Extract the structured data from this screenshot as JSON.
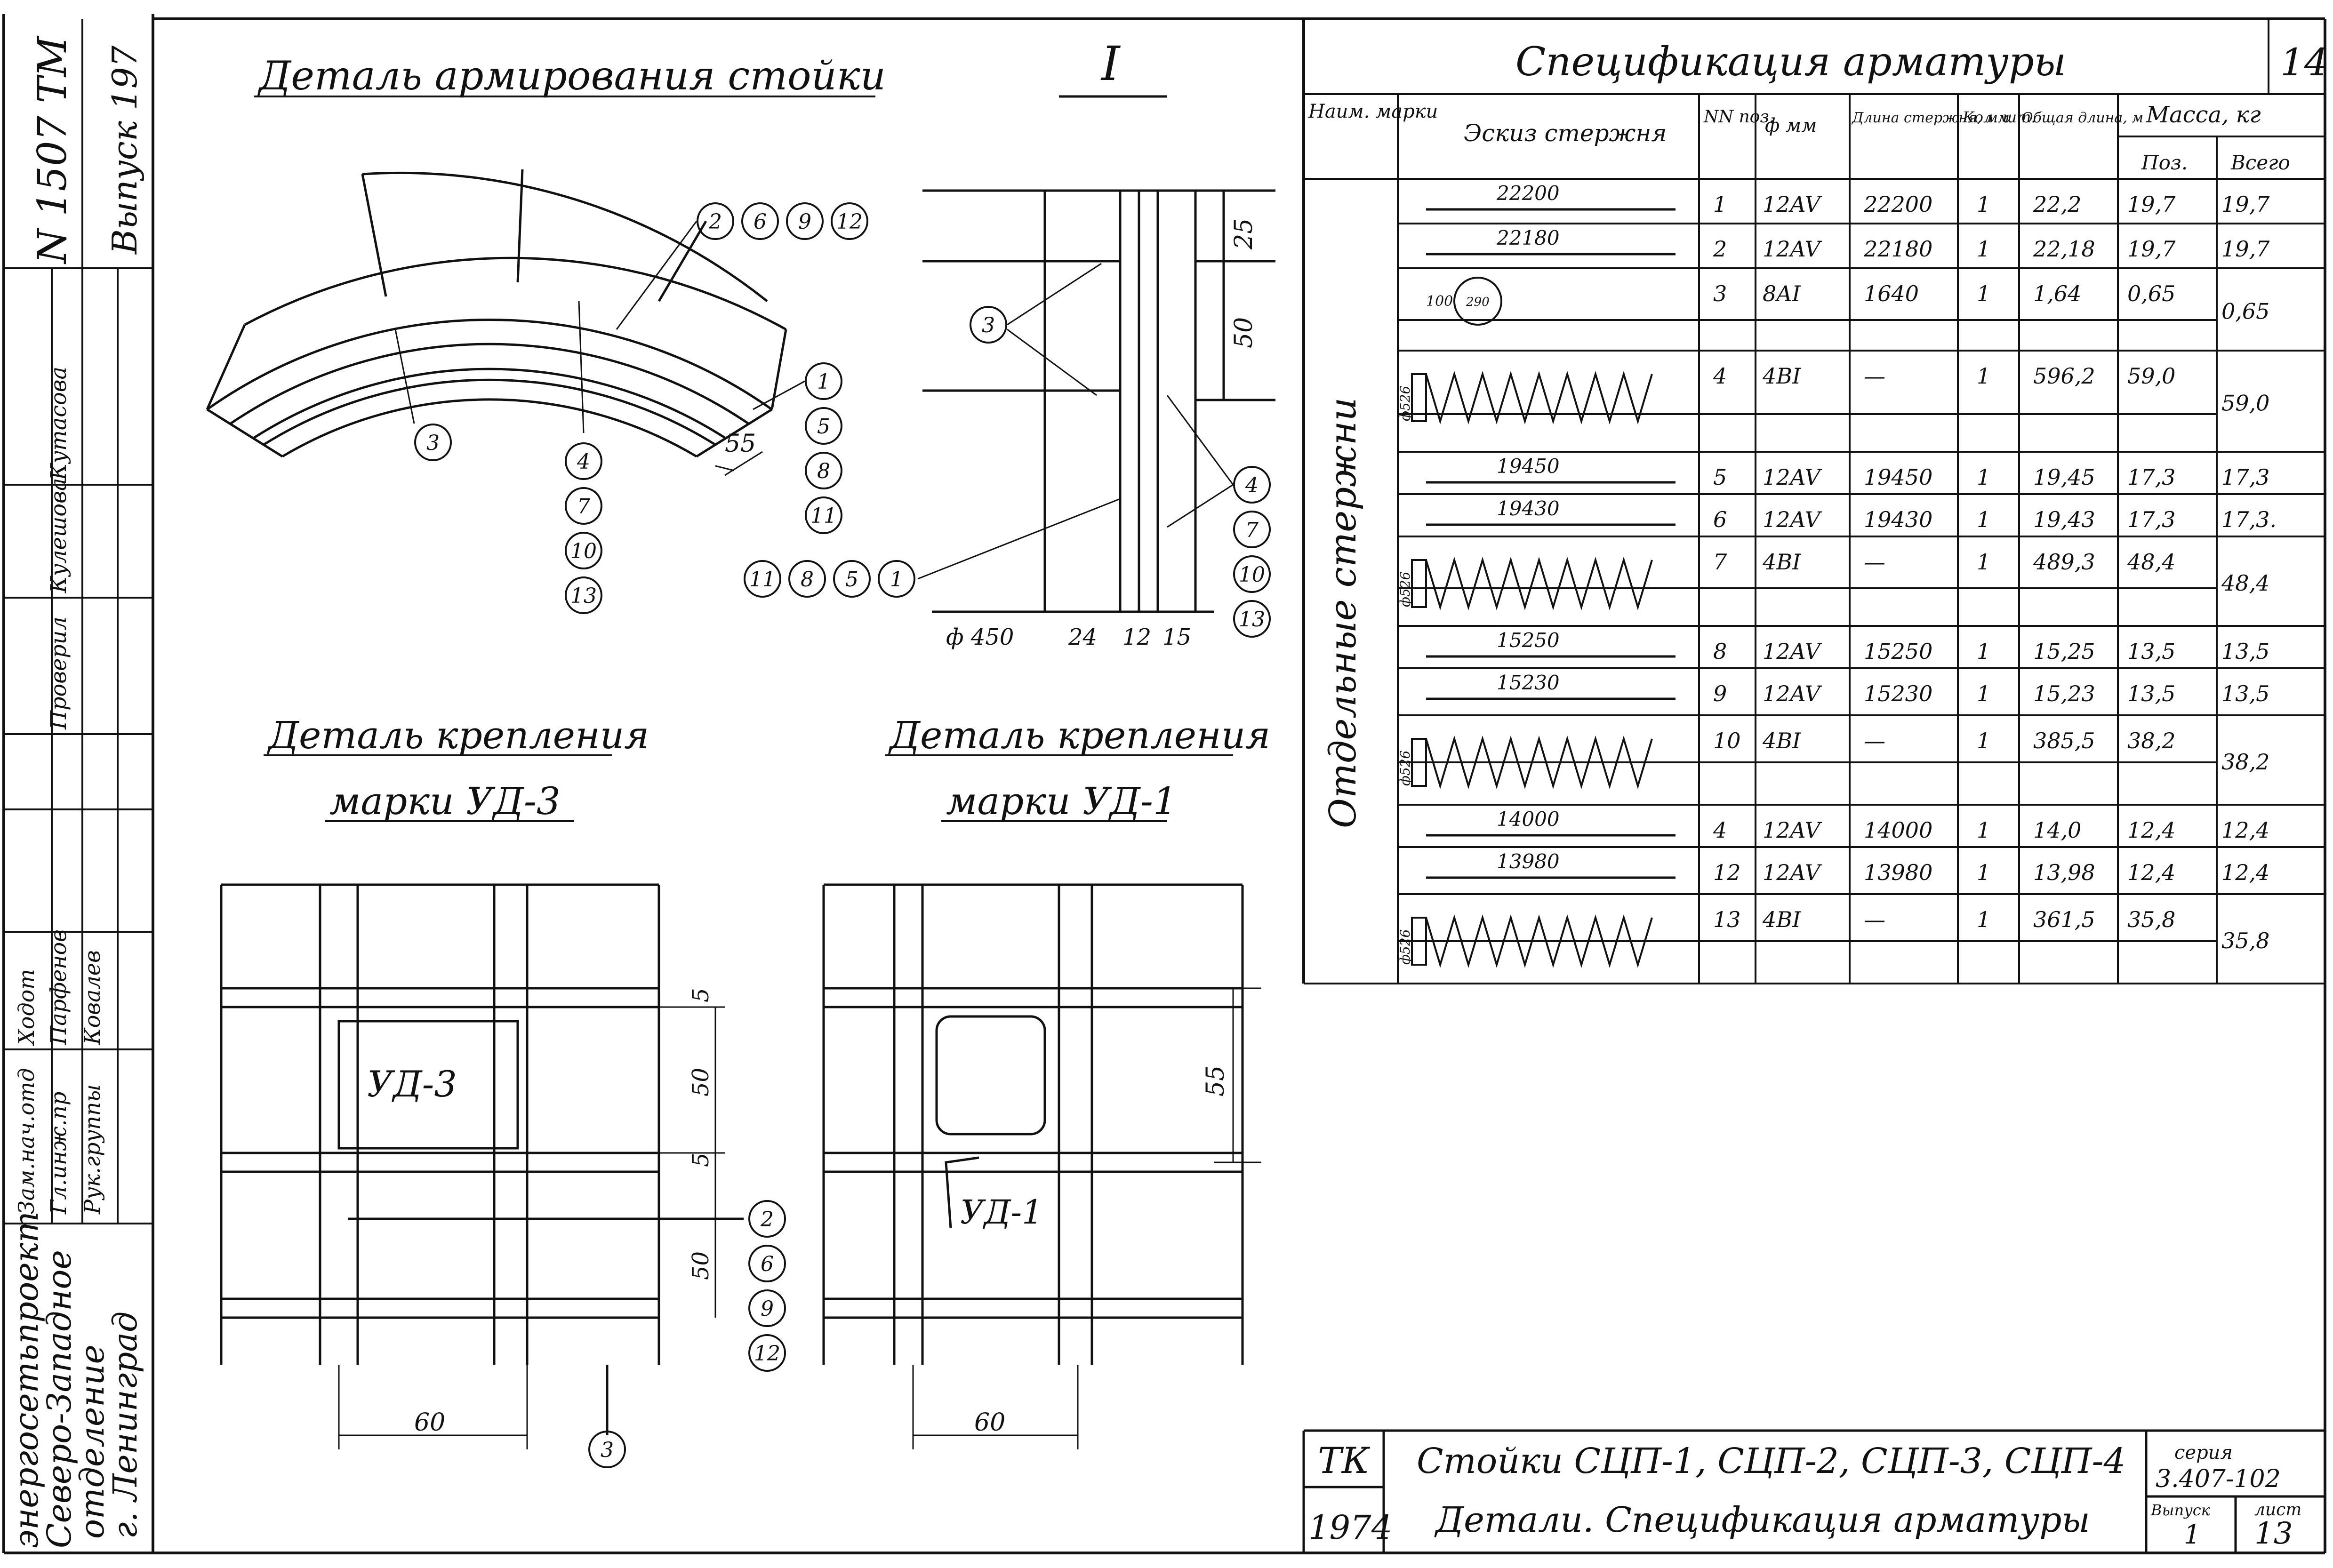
{
  "sidebar": {
    "doc_number": "N 1507 ТМ",
    "issue": "Выпуск 197",
    "org": [
      "энергосетьпроект",
      "Северо-Западное",
      "отделение",
      "г. Ленинград"
    ],
    "roles": [
      "Зам.нач.отд",
      "Гл.инж.пр",
      "Рук.группы"
    ],
    "names": [
      "Ходот",
      "Парфенов",
      "Ковалев",
      "Проверил",
      "Кулешова",
      "Кутасова"
    ]
  },
  "detail_top": {
    "title": "Деталь армирования стойки",
    "section_mark": "I",
    "dim_55": "55",
    "dim_25": "25",
    "dim_50": "50",
    "dim_450": "ф 450",
    "dim_24": "24",
    "dim_12": "12",
    "dim_15": "15"
  },
  "callouts": {
    "arc_top": [
      "2",
      "6",
      "9",
      "12"
    ],
    "arc_right": [
      "1",
      "5",
      "8",
      "11"
    ],
    "arc_left": [
      "3"
    ],
    "arc_center": [
      "4",
      "7",
      "10",
      "13"
    ],
    "sec_left": [
      "3"
    ],
    "sec_bottom": [
      "11",
      "8",
      "5",
      "1"
    ],
    "sec_right": [
      "4",
      "7",
      "10",
      "13"
    ],
    "ud3_right": [
      "2",
      "6",
      "9",
      "12"
    ],
    "ud3_bottom": [
      "3"
    ]
  },
  "detail_ud3": {
    "title_1": "Деталь крепления",
    "title_2": "марки УД-3",
    "label": "УД-3",
    "dim_5a": "5",
    "dim_50a": "50",
    "dim_5b": "5",
    "dim_50b": "50",
    "dim_60": "60"
  },
  "detail_ud1": {
    "title_1": "Деталь крепления",
    "title_2": "марки УД-1",
    "label": "УД-1",
    "dim_55": "55",
    "dim_60": "60"
  },
  "spec": {
    "title": "Спецификация арматуры",
    "sheet_no": "14",
    "headers": {
      "mark": "Наим. марки",
      "sketch": "Эскиз стержня",
      "pos": "NN поз.",
      "dia": "ф мм",
      "len": "Длина стержня, мм",
      "qty": "Кол. шт.",
      "total_len": "Общая длина, м",
      "mass": "Масса, кг",
      "mass_pos": "Поз.",
      "mass_all": "Всего"
    },
    "group_label": "Отдельные стержни",
    "rows": [
      {
        "sketch": "22200",
        "pos": "1",
        "dia": "12AV",
        "len": "22200",
        "qty": "1",
        "tl": "22,2",
        "mp": "19,7",
        "ma": "19,7"
      },
      {
        "sketch": "22180",
        "pos": "2",
        "dia": "12AV",
        "len": "22180",
        "qty": "1",
        "tl": "22,18",
        "mp": "19,7",
        "ma": "19,7"
      },
      {
        "sketch": "ring",
        "pos": "3",
        "dia": "8AI",
        "len": "1640",
        "qty": "1",
        "tl": "1,64",
        "mp": "0,65",
        "ma": "0,65"
      },
      {
        "sketch": "spiral",
        "pos": "4",
        "dia": "4BI",
        "len": "—",
        "qty": "1",
        "tl": "596,2",
        "mp": "59,0",
        "ma": "59,0"
      },
      {
        "sketch": "19450",
        "pos": "5",
        "dia": "12AV",
        "len": "19450",
        "qty": "1",
        "tl": "19,45",
        "mp": "17,3",
        "ma": "17,3"
      },
      {
        "sketch": "19430",
        "pos": "6",
        "dia": "12AV",
        "len": "19430",
        "qty": "1",
        "tl": "19,43",
        "mp": "17,3",
        "ma": "17,3."
      },
      {
        "sketch": "spiral",
        "pos": "7",
        "dia": "4BI",
        "len": "—",
        "qty": "1",
        "tl": "489,3",
        "mp": "48,4",
        "ma": "48,4"
      },
      {
        "sketch": "15250",
        "pos": "8",
        "dia": "12AV",
        "len": "15250",
        "qty": "1",
        "tl": "15,25",
        "mp": "13,5",
        "ma": "13,5"
      },
      {
        "sketch": "15230",
        "pos": "9",
        "dia": "12AV",
        "len": "15230",
        "qty": "1",
        "tl": "15,23",
        "mp": "13,5",
        "ma": "13,5"
      },
      {
        "sketch": "spiral",
        "pos": "10",
        "dia": "4BI",
        "len": "—",
        "qty": "1",
        "tl": "385,5",
        "mp": "38,2",
        "ma": "38,2"
      },
      {
        "sketch": "14000",
        "pos": "4",
        "dia": "12AV",
        "len": "14000",
        "qty": "1",
        "tl": "14,0",
        "mp": "12,4",
        "ma": "12,4"
      },
      {
        "sketch": "13980",
        "pos": "12",
        "dia": "12AV",
        "len": "13980",
        "qty": "1",
        "tl": "13,98",
        "mp": "12,4",
        "ma": "12,4"
      },
      {
        "sketch": "spiral",
        "pos": "13",
        "dia": "4BI",
        "len": "—",
        "qty": "1",
        "tl": "361,5",
        "mp": "35,8",
        "ma": "35,8"
      }
    ],
    "sketch_dims": {
      "ring_100": "100",
      "ring_290": "290",
      "spiral_dia": "ф526"
    }
  },
  "titleblock": {
    "org": "ТК",
    "year": "1974",
    "line1": "Стойки СЦП-1, СЦП-2, СЦП-3, СЦП-4",
    "line2": "Детали.  Спецификация арматуры",
    "series_label": "серия",
    "series": "3.407-102",
    "issue_label": "Выпуск",
    "issue": "1",
    "sheet_label": "лист",
    "sheet": "13"
  }
}
